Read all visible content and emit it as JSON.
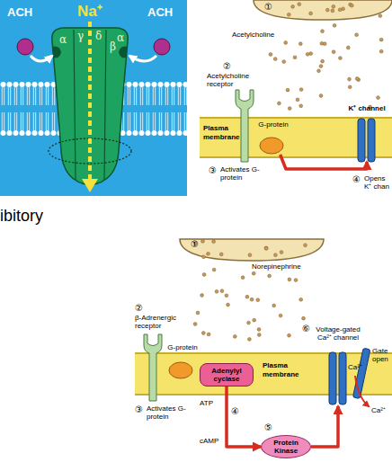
{
  "diagram": {
    "nodes": [
      {
        "text": [
          "Plasma membrane"
        ]
      },
      {
        "text": [
          "G-protein"
        ],
        "in": 0
      },
      {
        "text": [
          "K⁺ channel"
        ],
        "in": 0
      },
      {
        "text": [
          "Plasma membrane"
        ]
      },
      {
        "text": [
          "G-protein"
        ],
        "in": 3
      },
      {
        "text": [
          "Adenylyl cyclase"
        ],
        "in": 3
      },
      {
        "text": [
          "Protein Kinase"
        ]
      },
      {
        "text": [
          "Voltage-gated Ca²⁺ channel"
        ],
        "in": 3
      }
    ],
    "edges": [
      {
        "from": 1,
        "to": 2,
        "arrow": "to"
      },
      {
        "from": 5,
        "to": 6,
        "arrow": "to"
      },
      {
        "from": 6,
        "to": 7,
        "arrow": "to"
      }
    ],
    "labels": [
      "ACH",
      "ACH",
      "Na⁺",
      "α",
      "γ",
      "δ",
      "β",
      "α",
      "①",
      "Acetylcholine",
      "②",
      "Acetylcholine receptor",
      "③",
      "Activates G-protein",
      "④",
      "Opens K⁺ chan",
      "ibitory",
      "①",
      "Norepinephrine",
      "②",
      "β-Adrenergic receptor",
      "③",
      "Activates G-protein",
      "ATP",
      "④",
      "cAMP",
      "⑤",
      "⑥",
      "Ca²⁺",
      "Gate open",
      "Ca²⁺"
    ]
  }
}
